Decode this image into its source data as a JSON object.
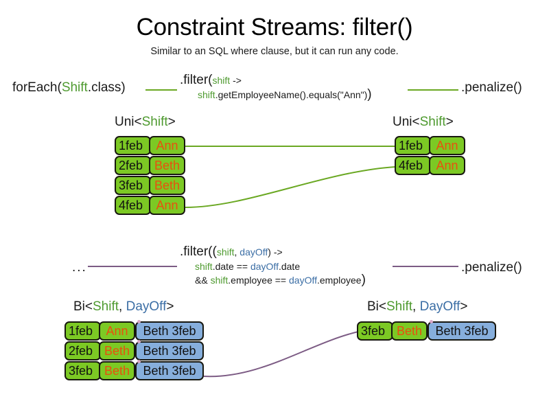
{
  "slide": {
    "title": "Constraint Streams: filter()",
    "subtitle": "Similar to an SQL where clause, but it can run any code."
  },
  "colors": {
    "green_fill": "#7cc924",
    "blue_fill": "#86aedc",
    "shift_text": "#4e9a2f",
    "dayoff_text": "#3b6ea5",
    "employee_text": "#e8500f",
    "green_connector": "#6aa822",
    "purple_connector": "#7c5b84",
    "outline": "#17170f"
  },
  "row_uni": {
    "source_label": "forEach(",
    "source_type": "Shift",
    "source_label_end": ".class)",
    "filter": {
      "head": ".filter(",
      "param": "shift",
      "arrow": " ->",
      "body_var": "shift",
      "body_rest": ".getEmployeeName().equals(\"Ann\")",
      "close": ")"
    },
    "penalize_label": ".penalize()",
    "left_header": {
      "prefix": "Uni<",
      "type1": "Shift",
      "suffix": ">"
    },
    "right_header": {
      "prefix": "Uni<",
      "type1": "Shift",
      "suffix": ">"
    },
    "left_rows": [
      {
        "date": "1feb",
        "employee": "Ann"
      },
      {
        "date": "2feb",
        "employee": "Beth"
      },
      {
        "date": "3feb",
        "employee": "Beth"
      },
      {
        "date": "4feb",
        "employee": "Ann"
      }
    ],
    "right_rows": [
      {
        "date": "1feb",
        "employee": "Ann"
      },
      {
        "date": "4feb",
        "employee": "Ann"
      }
    ]
  },
  "row_bi": {
    "source_label": "...",
    "filter": {
      "head": ".filter((",
      "param1": "shift",
      "comma": ", ",
      "param2": "dayOff",
      "arrow": ") ->",
      "line2_var1": "shift",
      "line2_mid": ".date == ",
      "line2_var2": "dayOff",
      "line2_end": ".date",
      "line3_pre": "&& ",
      "line3_var1": "shift",
      "line3_mid": ".employee == ",
      "line3_var2": "dayOff",
      "line3_end": ".employee",
      "close": ")"
    },
    "penalize_label": ".penalize()",
    "left_header": {
      "prefix": "Bi<",
      "type1": "Shift",
      "comma": ", ",
      "type2": "DayOff",
      "suffix": ">"
    },
    "right_header": {
      "prefix": "Bi<",
      "type1": "Shift",
      "comma": ", ",
      "type2": "DayOff",
      "suffix": ">"
    },
    "left_rows": [
      {
        "date": "1feb",
        "employee": "Ann",
        "dayoff": "Beth 3feb"
      },
      {
        "date": "2feb",
        "employee": "Beth",
        "dayoff": "Beth 3feb"
      },
      {
        "date": "3feb",
        "employee": "Beth",
        "dayoff": "Beth 3feb"
      }
    ],
    "right_rows": [
      {
        "date": "3feb",
        "employee": "Beth",
        "dayoff": "Beth 3feb"
      }
    ]
  }
}
